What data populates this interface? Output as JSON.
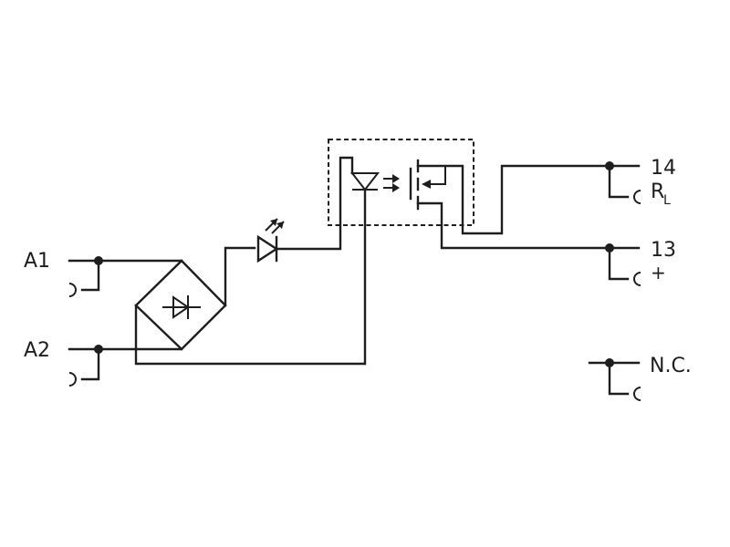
{
  "terminals": {
    "a1": "A1",
    "a2": "A2",
    "t14": "14",
    "rl_main": "R",
    "rl_sub": "L",
    "t13": "13",
    "plus": "+",
    "nc": "N.C."
  }
}
